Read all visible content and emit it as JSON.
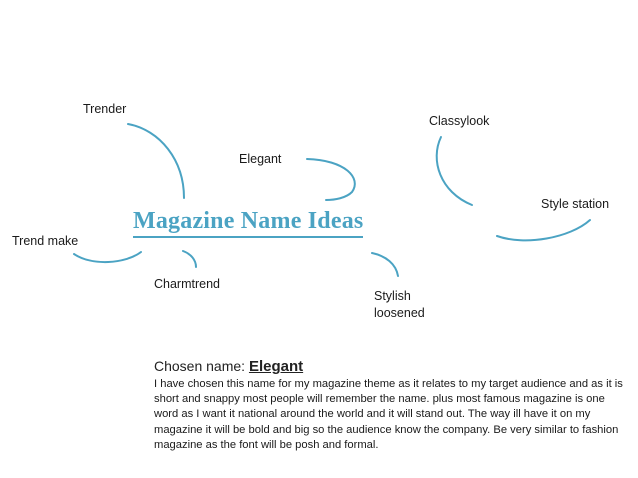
{
  "mindmap": {
    "center_title": "Magazine Name Ideas",
    "nodes": {
      "trender": "Trender",
      "elegant": "Elegant",
      "classylook": "Classylook",
      "style_station": "Style station",
      "trend_make": "Trend make",
      "charmtrend": "Charmtrend",
      "stylish": "Stylish",
      "loosened": "loosened"
    }
  },
  "decision": {
    "label": "Chosen name:",
    "name": "Elegant",
    "paragraph": "I have chosen this name  for my magazine theme as it relates to my target audience and as it is short and snappy most people will remember the name. plus most famous magazine is one word as I want it national around the world and it will stand out. The way ill have it on my magazine it will be bold and big so the audience know the company. Be very similar to fashion magazine as the font will be posh and formal."
  },
  "colors": {
    "accent": "#4ba3c3"
  }
}
